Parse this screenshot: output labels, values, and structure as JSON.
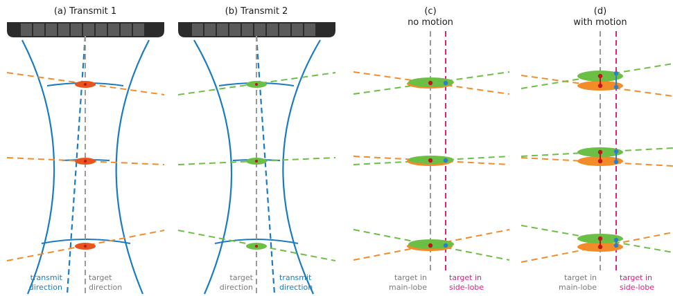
{
  "panels": {
    "a": {
      "title": "(a) Transmit 1"
    },
    "b": {
      "title": "(b) Transmit 2"
    },
    "c": {
      "title_line1": "(c)",
      "title_line2": "no motion"
    },
    "d": {
      "title_line1": "(d)",
      "title_line2": "with motion"
    }
  },
  "labels": {
    "transmit_direction": [
      "transmit",
      "direction"
    ],
    "target_direction": [
      "target",
      "direction"
    ],
    "target_main_lobe": [
      "target in",
      "main-lobe"
    ],
    "target_side_lobe": [
      "target in",
      "side-lobe"
    ]
  },
  "colors": {
    "probe": "#2b2b2b",
    "probe_element": "#5a5a5a",
    "beam_blue": "#1a7bbf",
    "transmit1_orange": "#f28c28",
    "transmit1_spot": "#e8541e",
    "transmit2_green": "#6bbf45",
    "target_grey": "#9a9a9a",
    "sidelobe_magenta": "#e0207d",
    "point_red": "#c0141e",
    "point_blue": "#2a7fc9"
  }
}
